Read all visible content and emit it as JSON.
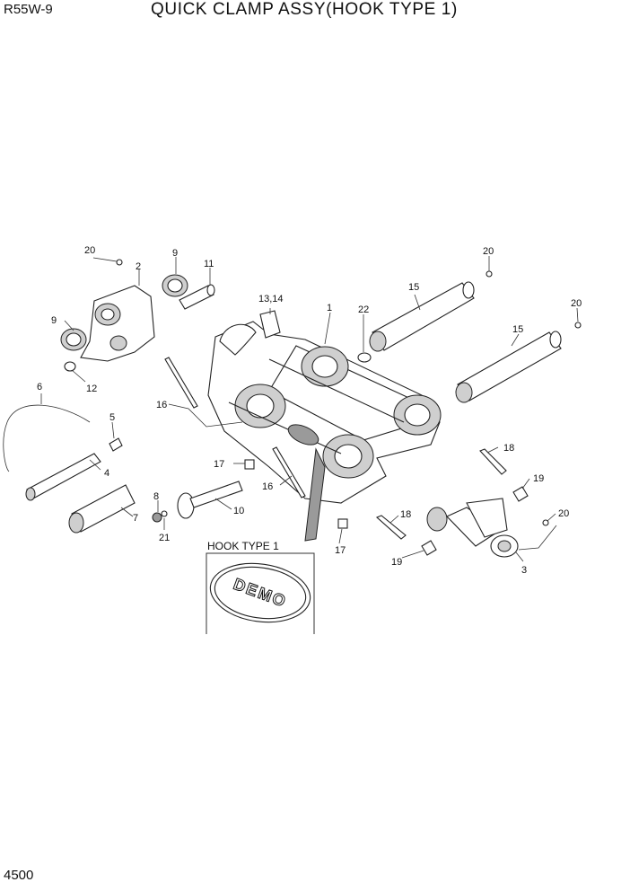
{
  "header": {
    "model": "R55W-9",
    "title": "QUICK CLAMP ASSY(HOOK TYPE 1)"
  },
  "footer": {
    "page_number": "4500"
  },
  "detail_box": {
    "title": "HOOK TYPE 1",
    "logo_text": "DEMO"
  },
  "callouts": {
    "c1": "1",
    "c2": "2",
    "c3": "3",
    "c4": "4",
    "c5": "5",
    "c6": "6",
    "c7": "7",
    "c8": "8",
    "c9a": "9",
    "c9b": "9",
    "c10": "10",
    "c11": "11",
    "c12": "12",
    "c13_14": "13,14",
    "c15a": "15",
    "c15b": "15",
    "c16a": "16",
    "c16b": "16",
    "c17a": "17",
    "c17b": "17",
    "c18a": "18",
    "c18b": "18",
    "c19a": "19",
    "c19b": "19",
    "c20a": "20",
    "c20b": "20",
    "c20c": "20",
    "c20d": "20",
    "c21": "21",
    "c22": "22"
  }
}
